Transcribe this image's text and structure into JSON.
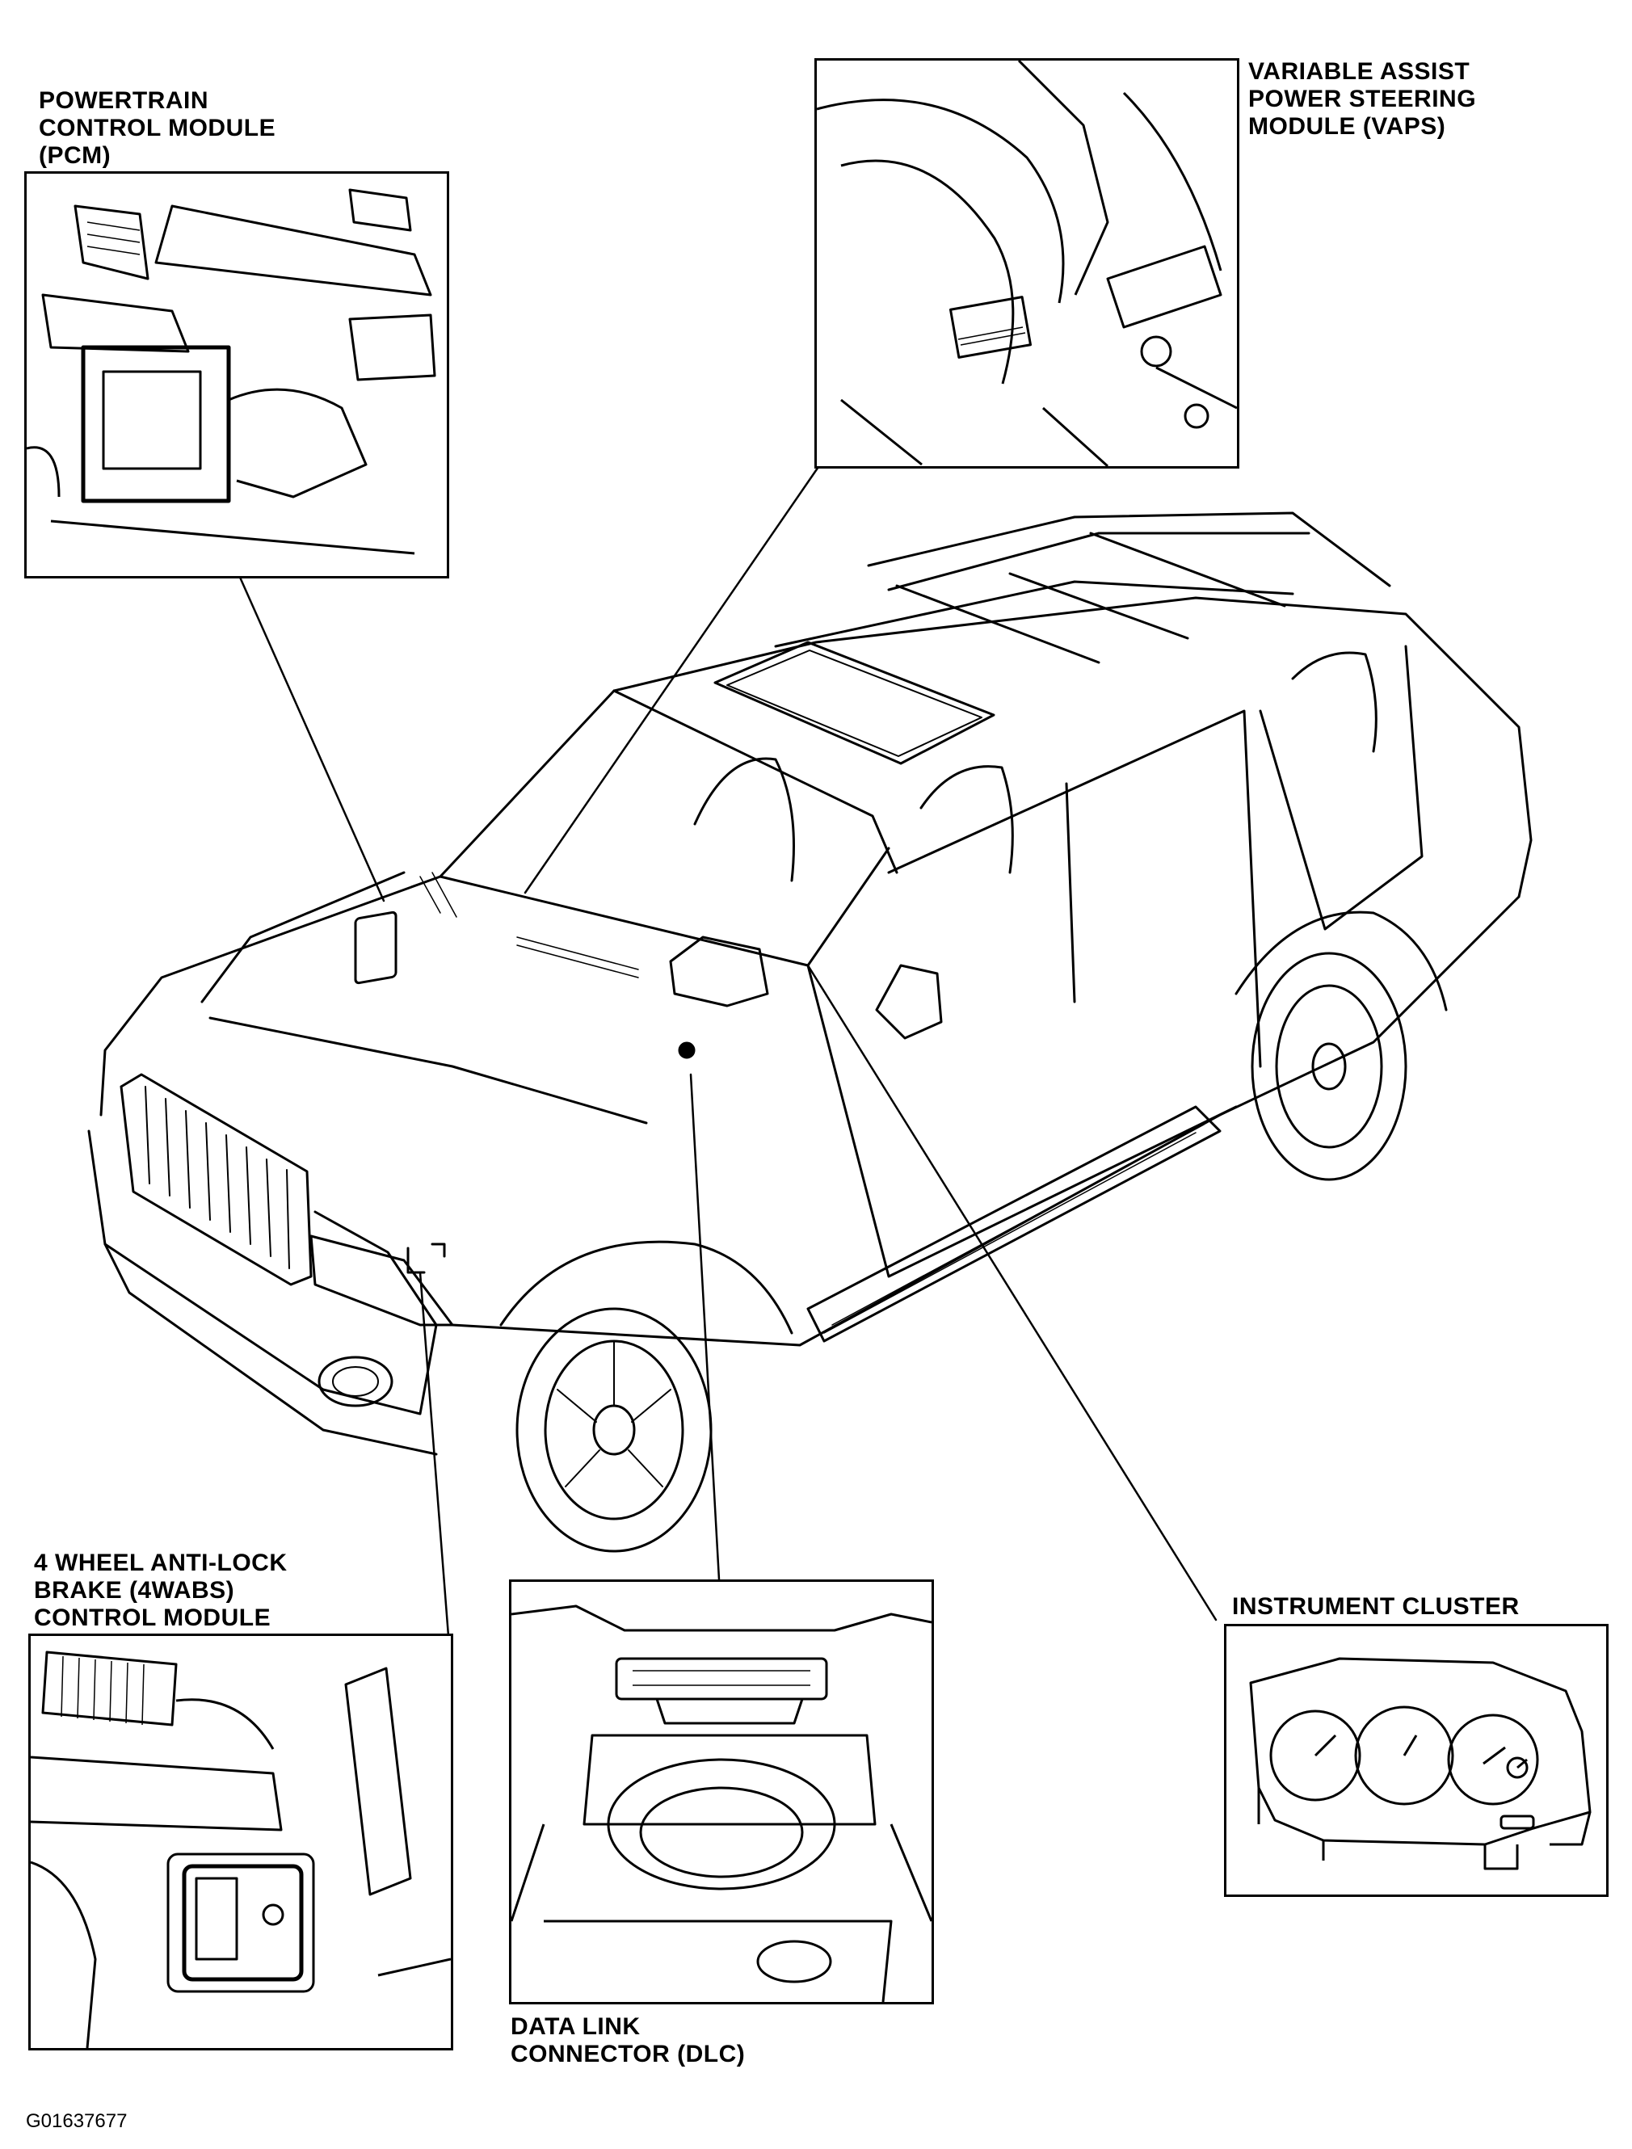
{
  "labels": {
    "pcm": [
      "POWERTRAIN",
      "CONTROL MODULE",
      "(PCM)"
    ],
    "vaps": [
      "VARIABLE ASSIST",
      "POWER STEERING",
      "MODULE (VAPS)"
    ],
    "abs": [
      "4 WHEEL ANTI-LOCK",
      "BRAKE (4WABS)",
      "CONTROL MODULE"
    ],
    "dlc": [
      "DATA LINK",
      "CONNECTOR (DLC)"
    ],
    "cluster": [
      "INSTRUMENT CLUSTER"
    ]
  },
  "figure_code": "G01637677"
}
